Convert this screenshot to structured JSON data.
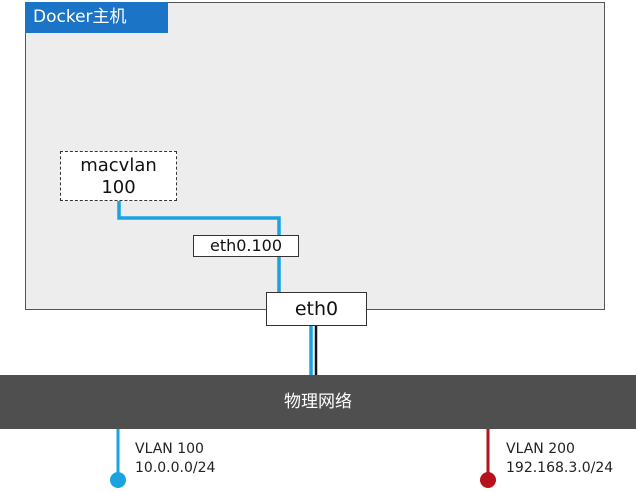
{
  "host": {
    "label": "Docker主机"
  },
  "macvlan": {
    "line1": "macvlan",
    "line2": "100"
  },
  "subinterface": {
    "label": "eth0.100"
  },
  "eth0": {
    "label": "eth0"
  },
  "physical_network": {
    "label": "物理网络"
  },
  "vlans": [
    {
      "name": "VLAN 100",
      "subnet": "10.0.0.0/24",
      "color": "#1aa3e0"
    },
    {
      "name": "VLAN 200",
      "subnet": "192.168.3.0/24",
      "color": "#b5121b"
    }
  ],
  "colors": {
    "host_label_bg": "#1b74c5",
    "wire_blue": "#1aa3e0",
    "wire_black": "#111111",
    "network_bar": "#4f4f4f"
  }
}
